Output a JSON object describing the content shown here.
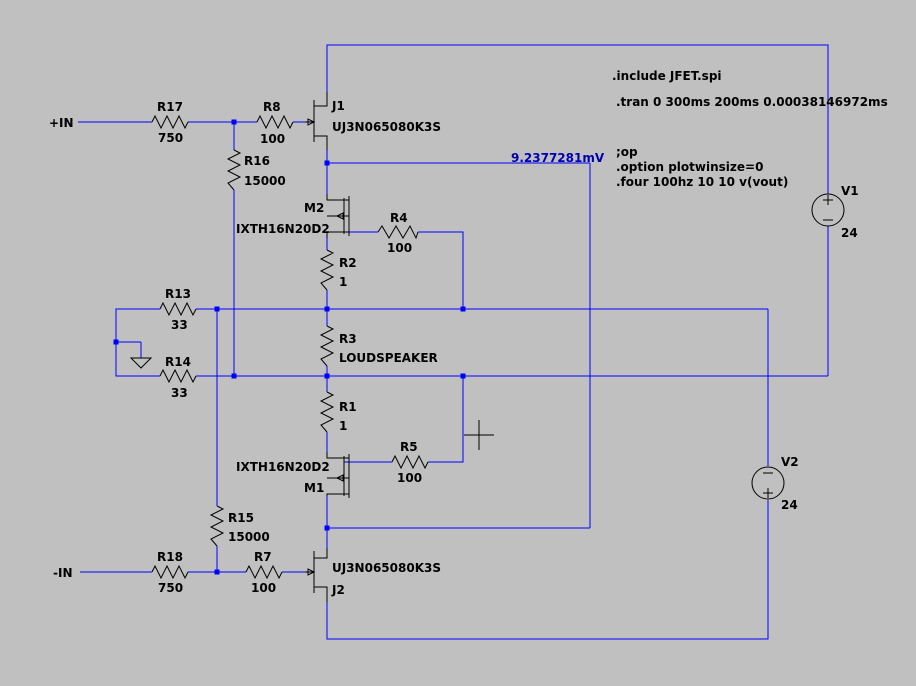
{
  "colors": {
    "background": "#c0c0c0",
    "wire": "#0000ff",
    "component": "#000000",
    "junction": "#0000ff",
    "probe_text": "#0000b0"
  },
  "ports": {
    "in_plus": "+IN",
    "in_minus": "-IN"
  },
  "components": {
    "R17": {
      "name": "R17",
      "value": "750"
    },
    "R8": {
      "name": "R8",
      "value": "100"
    },
    "R16": {
      "name": "R16",
      "value": "15000"
    },
    "R4": {
      "name": "R4",
      "value": "100"
    },
    "R2": {
      "name": "R2",
      "value": "1"
    },
    "R13": {
      "name": "R13",
      "value": "33"
    },
    "R14": {
      "name": "R14",
      "value": "33"
    },
    "R3": {
      "name": "R3",
      "value": "LOUDSPEAKER"
    },
    "R1": {
      "name": "R1",
      "value": "1"
    },
    "R5": {
      "name": "R5",
      "value": "100"
    },
    "R15": {
      "name": "R15",
      "value": "15000"
    },
    "R18": {
      "name": "R18",
      "value": "750"
    },
    "R7": {
      "name": "R7",
      "value": "100"
    },
    "J1": {
      "name": "J1",
      "value": "UJ3N065080K3S"
    },
    "J2": {
      "name": "J2",
      "value": "UJ3N065080K3S"
    },
    "M2": {
      "name": "M2",
      "value": "IXTH16N20D2"
    },
    "M1": {
      "name": "M1",
      "value": "IXTH16N20D2"
    },
    "V1": {
      "name": "V1",
      "value": "24"
    },
    "V2": {
      "name": "V2",
      "value": "24"
    }
  },
  "probe_readout": "9.2377281mV",
  "spice_directives": {
    "include": ".include JFET.spi",
    "tran": ".tran 0 300ms 200ms 0.00038146972ms",
    "op": ";op",
    "option": ".option plotwinsize=0",
    "four": ".four 100hz 10 10 v(vout)"
  }
}
